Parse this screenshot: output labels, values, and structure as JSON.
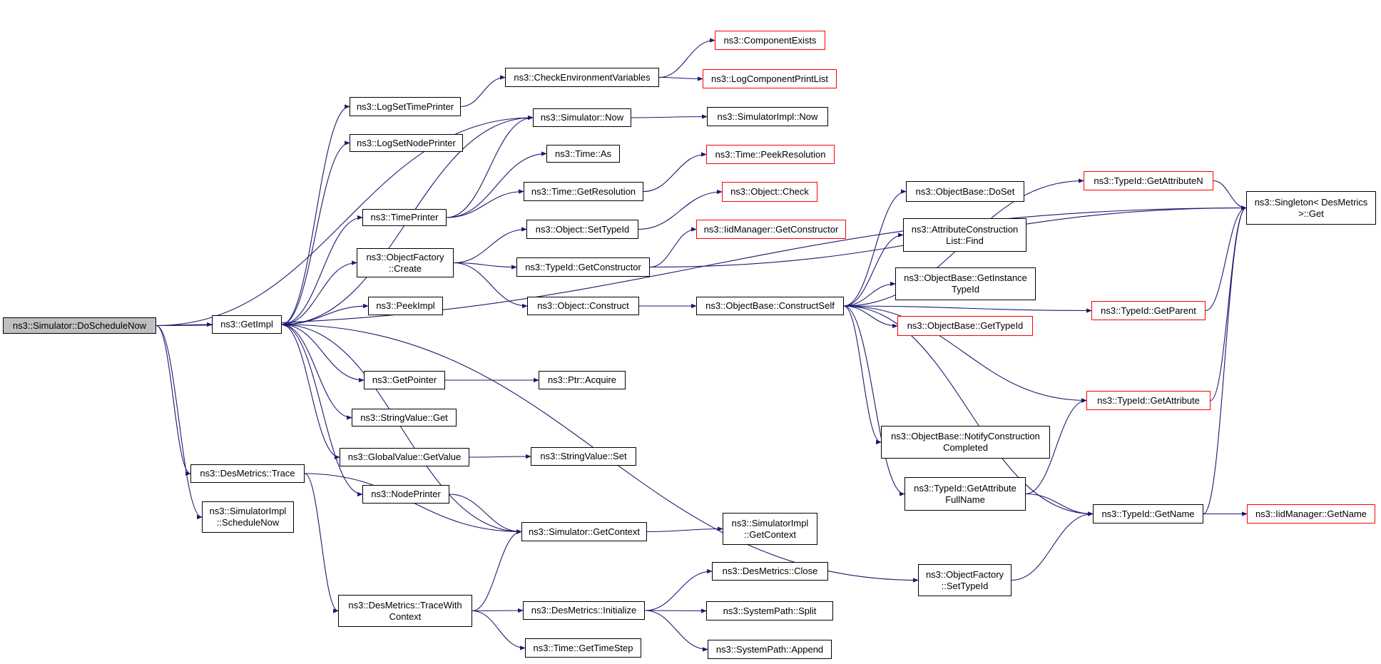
{
  "colors": {
    "edge": "#191970",
    "node_border": "#000000",
    "external_border": "#ff0000",
    "root_fill": "#bfbfbf"
  },
  "nodes": [
    {
      "id": "doschedulenow",
      "lines": [
        "ns3::Simulator::DoScheduleNow"
      ],
      "root": true
    },
    {
      "id": "getimpl",
      "lines": [
        "ns3::GetImpl"
      ]
    },
    {
      "id": "logsettimeprinter",
      "lines": [
        "ns3::LogSetTimePrinter"
      ]
    },
    {
      "id": "logsetnodeprinter",
      "lines": [
        "ns3::LogSetNodePrinter"
      ]
    },
    {
      "id": "timeprinter",
      "lines": [
        "ns3::TimePrinter"
      ]
    },
    {
      "id": "objectfactory-create",
      "lines": [
        "ns3::ObjectFactory",
        "::Create"
      ]
    },
    {
      "id": "peekimpl",
      "lines": [
        "ns3::PeekImpl"
      ]
    },
    {
      "id": "getpointer",
      "lines": [
        "ns3::GetPointer"
      ]
    },
    {
      "id": "stringvalue-get",
      "lines": [
        "ns3::StringValue::Get"
      ]
    },
    {
      "id": "globalvalue-getvalue",
      "lines": [
        "ns3::GlobalValue::GetValue"
      ]
    },
    {
      "id": "nodeprinter",
      "lines": [
        "ns3::NodePrinter"
      ]
    },
    {
      "id": "desmetrics-trace",
      "lines": [
        "ns3::DesMetrics::Trace"
      ]
    },
    {
      "id": "simulatorimpl-schedulenow",
      "lines": [
        "ns3::SimulatorImpl",
        "::ScheduleNow"
      ]
    },
    {
      "id": "desmetrics-tracewithcontext",
      "lines": [
        "ns3::DesMetrics::TraceWith",
        "Context"
      ]
    },
    {
      "id": "checkenvironmentvariables",
      "lines": [
        "ns3::CheckEnvironmentVariables"
      ]
    },
    {
      "id": "simulator-now",
      "lines": [
        "ns3::Simulator::Now"
      ]
    },
    {
      "id": "time-as",
      "lines": [
        "ns3::Time::As"
      ]
    },
    {
      "id": "time-getresolution",
      "lines": [
        "ns3::Time::GetResolution"
      ]
    },
    {
      "id": "object-settypeid",
      "lines": [
        "ns3::Object::SetTypeId"
      ]
    },
    {
      "id": "typeid-getconstructor",
      "lines": [
        "ns3::TypeId::GetConstructor"
      ]
    },
    {
      "id": "object-construct",
      "lines": [
        "ns3::Object::Construct"
      ]
    },
    {
      "id": "ptr-acquire",
      "lines": [
        "ns3::Ptr::Acquire"
      ]
    },
    {
      "id": "stringvalue-set",
      "lines": [
        "ns3::StringValue::Set"
      ]
    },
    {
      "id": "simulator-getcontext",
      "lines": [
        "ns3::Simulator::GetContext"
      ]
    },
    {
      "id": "desmetrics-initialize",
      "lines": [
        "ns3::DesMetrics::Initialize"
      ]
    },
    {
      "id": "time-gettimestep",
      "lines": [
        "ns3::Time::GetTimeStep"
      ]
    },
    {
      "id": "componentexists",
      "lines": [
        "ns3::ComponentExists"
      ],
      "red": true
    },
    {
      "id": "logcomponentprintlist",
      "lines": [
        "ns3::LogComponentPrintList"
      ],
      "red": true
    },
    {
      "id": "simulatorimpl-now",
      "lines": [
        "ns3::SimulatorImpl::Now"
      ]
    },
    {
      "id": "time-peekresolution",
      "lines": [
        "ns3::Time::PeekResolution"
      ],
      "red": true
    },
    {
      "id": "object-check",
      "lines": [
        "ns3::Object::Check"
      ],
      "red": true
    },
    {
      "id": "iidmanager-getconstructor",
      "lines": [
        "ns3::IidManager::GetConstructor"
      ],
      "red": true
    },
    {
      "id": "objectbase-constructself",
      "lines": [
        "ns3::ObjectBase::ConstructSelf"
      ]
    },
    {
      "id": "simulatorimpl-getcontext",
      "lines": [
        "ns3::SimulatorImpl",
        "::GetContext"
      ]
    },
    {
      "id": "desmetrics-close",
      "lines": [
        "ns3::DesMetrics::Close"
      ]
    },
    {
      "id": "systempath-split",
      "lines": [
        "ns3::SystemPath::Split"
      ]
    },
    {
      "id": "systempath-append",
      "lines": [
        "ns3::SystemPath::Append"
      ]
    },
    {
      "id": "objectbase-doset",
      "lines": [
        "ns3::ObjectBase::DoSet"
      ]
    },
    {
      "id": "attributeconstructionlist-find",
      "lines": [
        "ns3::AttributeConstruction",
        "List::Find"
      ]
    },
    {
      "id": "objectbase-getinstancetypeid",
      "lines": [
        "ns3::ObjectBase::GetInstance",
        "TypeId"
      ]
    },
    {
      "id": "objectbase-gettypeid",
      "lines": [
        "ns3::ObjectBase::GetTypeId"
      ],
      "red": true
    },
    {
      "id": "objectbase-notifyconstructioncompleted",
      "lines": [
        "ns3::ObjectBase::NotifyConstruction",
        "Completed"
      ]
    },
    {
      "id": "typeid-getattributefullname",
      "lines": [
        "ns3::TypeId::GetAttribute",
        "FullName"
      ]
    },
    {
      "id": "objectfactory-settypeid",
      "lines": [
        "ns3::ObjectFactory",
        "::SetTypeId"
      ]
    },
    {
      "id": "typeid-getattributen",
      "lines": [
        "ns3::TypeId::GetAttributeN"
      ],
      "red": true
    },
    {
      "id": "typeid-getparent",
      "lines": [
        "ns3::TypeId::GetParent"
      ],
      "red": true
    },
    {
      "id": "typeid-getattribute",
      "lines": [
        "ns3::TypeId::GetAttribute"
      ],
      "red": true
    },
    {
      "id": "typeid-getname",
      "lines": [
        "ns3::TypeId::GetName"
      ]
    },
    {
      "id": "iidmanager-getname",
      "lines": [
        "ns3::IidManager::GetName"
      ],
      "red": true
    },
    {
      "id": "singleton-get",
      "lines": [
        "ns3::Singleton< DesMetrics",
        " >::Get"
      ]
    }
  ],
  "edges": [
    {
      "from": "doschedulenow",
      "to": "getimpl"
    },
    {
      "from": "doschedulenow",
      "to": "simulator-now"
    },
    {
      "from": "doschedulenow",
      "to": "singleton-get"
    },
    {
      "from": "doschedulenow",
      "to": "desmetrics-trace"
    },
    {
      "from": "doschedulenow",
      "to": "simulatorimpl-schedulenow"
    },
    {
      "from": "getimpl",
      "to": "logsettimeprinter"
    },
    {
      "from": "getimpl",
      "to": "logsetnodeprinter"
    },
    {
      "from": "getimpl",
      "to": "timeprinter"
    },
    {
      "from": "getimpl",
      "to": "objectfactory-create"
    },
    {
      "from": "getimpl",
      "to": "peekimpl"
    },
    {
      "from": "getimpl",
      "to": "getpointer"
    },
    {
      "from": "getimpl",
      "to": "stringvalue-get"
    },
    {
      "from": "getimpl",
      "to": "globalvalue-getvalue"
    },
    {
      "from": "getimpl",
      "to": "nodeprinter"
    },
    {
      "from": "getimpl",
      "to": "objectfactory-settypeid"
    },
    {
      "from": "simulator-now",
      "to": "getimpl"
    },
    {
      "from": "simulator-getcontext",
      "to": "getimpl"
    },
    {
      "from": "logsettimeprinter",
      "to": "checkenvironmentvariables"
    },
    {
      "from": "timeprinter",
      "to": "simulator-now"
    },
    {
      "from": "timeprinter",
      "to": "time-as"
    },
    {
      "from": "timeprinter",
      "to": "time-getresolution"
    },
    {
      "from": "objectfactory-create",
      "to": "object-settypeid"
    },
    {
      "from": "objectfactory-create",
      "to": "typeid-getconstructor"
    },
    {
      "from": "objectfactory-create",
      "to": "object-construct"
    },
    {
      "from": "getpointer",
      "to": "ptr-acquire"
    },
    {
      "from": "globalvalue-getvalue",
      "to": "stringvalue-set"
    },
    {
      "from": "nodeprinter",
      "to": "simulator-getcontext"
    },
    {
      "from": "desmetrics-trace",
      "to": "simulator-getcontext"
    },
    {
      "from": "desmetrics-trace",
      "to": "desmetrics-tracewithcontext"
    },
    {
      "from": "desmetrics-tracewithcontext",
      "to": "simulator-getcontext"
    },
    {
      "from": "desmetrics-tracewithcontext",
      "to": "desmetrics-initialize"
    },
    {
      "from": "desmetrics-tracewithcontext",
      "to": "time-gettimestep"
    },
    {
      "from": "checkenvironmentvariables",
      "to": "componentexists"
    },
    {
      "from": "checkenvironmentvariables",
      "to": "logcomponentprintlist"
    },
    {
      "from": "simulator-now",
      "to": "simulatorimpl-now"
    },
    {
      "from": "time-getresolution",
      "to": "time-peekresolution"
    },
    {
      "from": "object-settypeid",
      "to": "object-check"
    },
    {
      "from": "typeid-getconstructor",
      "to": "iidmanager-getconstructor"
    },
    {
      "from": "typeid-getconstructor",
      "to": "singleton-get"
    },
    {
      "from": "object-construct",
      "to": "objectbase-constructself"
    },
    {
      "from": "simulator-getcontext",
      "to": "simulatorimpl-getcontext"
    },
    {
      "from": "desmetrics-initialize",
      "to": "desmetrics-close"
    },
    {
      "from": "desmetrics-initialize",
      "to": "systempath-split"
    },
    {
      "from": "desmetrics-initialize",
      "to": "systempath-append"
    },
    {
      "from": "objectbase-constructself",
      "to": "objectbase-doset"
    },
    {
      "from": "objectbase-constructself",
      "to": "attributeconstructionlist-find"
    },
    {
      "from": "objectbase-constructself",
      "to": "objectbase-getinstancetypeid"
    },
    {
      "from": "objectbase-constructself",
      "to": "objectbase-gettypeid"
    },
    {
      "from": "objectbase-constructself",
      "to": "objectbase-notifyconstructioncompleted"
    },
    {
      "from": "objectbase-constructself",
      "to": "typeid-getattributefullname"
    },
    {
      "from": "objectbase-constructself",
      "to": "typeid-getattributen"
    },
    {
      "from": "objectbase-constructself",
      "to": "typeid-getparent"
    },
    {
      "from": "objectbase-constructself",
      "to": "typeid-getattribute"
    },
    {
      "from": "objectbase-constructself",
      "to": "typeid-getname"
    },
    {
      "from": "typeid-getattributefullname",
      "to": "typeid-getattribute"
    },
    {
      "from": "typeid-getattributefullname",
      "to": "typeid-getname"
    },
    {
      "from": "objectfactory-settypeid",
      "to": "typeid-getname"
    },
    {
      "from": "typeid-getattributen",
      "to": "singleton-get"
    },
    {
      "from": "typeid-getparent",
      "to": "singleton-get"
    },
    {
      "from": "typeid-getattribute",
      "to": "singleton-get"
    },
    {
      "from": "typeid-getname",
      "to": "singleton-get"
    },
    {
      "from": "typeid-getname",
      "to": "iidmanager-getname"
    }
  ]
}
